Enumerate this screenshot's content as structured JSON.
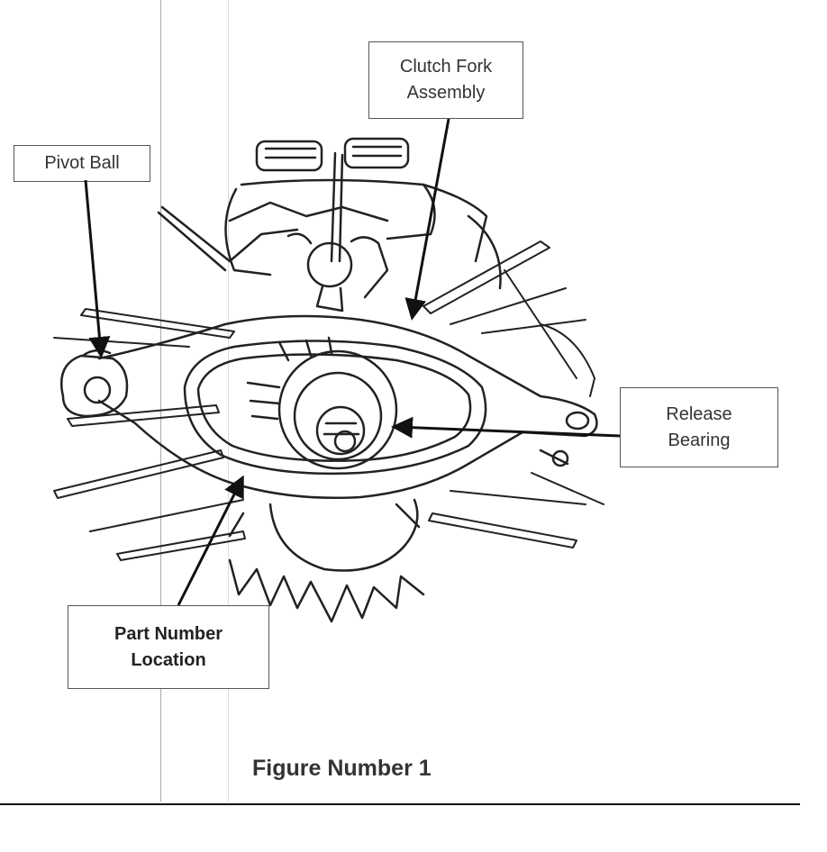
{
  "callouts": {
    "pivot_ball": "Pivot Ball",
    "clutch_fork_line1": "Clutch Fork",
    "clutch_fork_line2": "Assembly",
    "release_bearing_line1": "Release",
    "release_bearing_line2": "Bearing",
    "part_number_line1": "Part Number",
    "part_number_line2": "Location"
  },
  "figure_caption": "Figure Number 1"
}
